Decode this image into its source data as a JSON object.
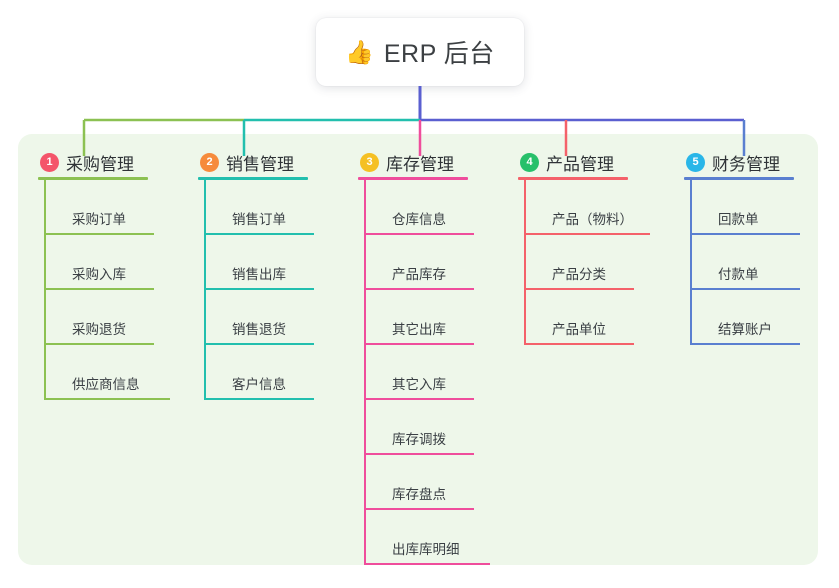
{
  "root": {
    "emoji": "👍",
    "emoji_name": "thumbs-up-icon",
    "title": "ERP 后台"
  },
  "palette": {
    "panel_bg": "#eef7ea",
    "page_bg": "#ffffff",
    "root_trunk": "#5a5fd0",
    "text": "#3a3f44"
  },
  "branches": [
    {
      "number": "1",
      "label": "采购管理",
      "badge_color": "#f4556a",
      "line_color": "#8cc152",
      "items": [
        "采购订单",
        "采购入库",
        "采购退货",
        "供应商信息"
      ]
    },
    {
      "number": "2",
      "label": "销售管理",
      "badge_color": "#f68b3c",
      "line_color": "#22bfae",
      "items": [
        "销售订单",
        "销售出库",
        "销售退货",
        "客户信息"
      ]
    },
    {
      "number": "3",
      "label": "库存管理",
      "badge_color": "#f5c023",
      "line_color": "#ef4d9c",
      "items": [
        "仓库信息",
        "产品库存",
        "其它出库",
        "其它入库",
        "库存调拨",
        "库存盘点",
        "出库库明细"
      ]
    },
    {
      "number": "4",
      "label": "产品管理",
      "badge_color": "#27c06a",
      "line_color": "#f4616a",
      "items": [
        "产品（物料）",
        "产品分类",
        "产品单位"
      ]
    },
    {
      "number": "5",
      "label": "财务管理",
      "badge_color": "#29b6e8",
      "line_color": "#5a7fd0",
      "items": [
        "回款单",
        "付款单",
        "结算账户"
      ]
    }
  ]
}
